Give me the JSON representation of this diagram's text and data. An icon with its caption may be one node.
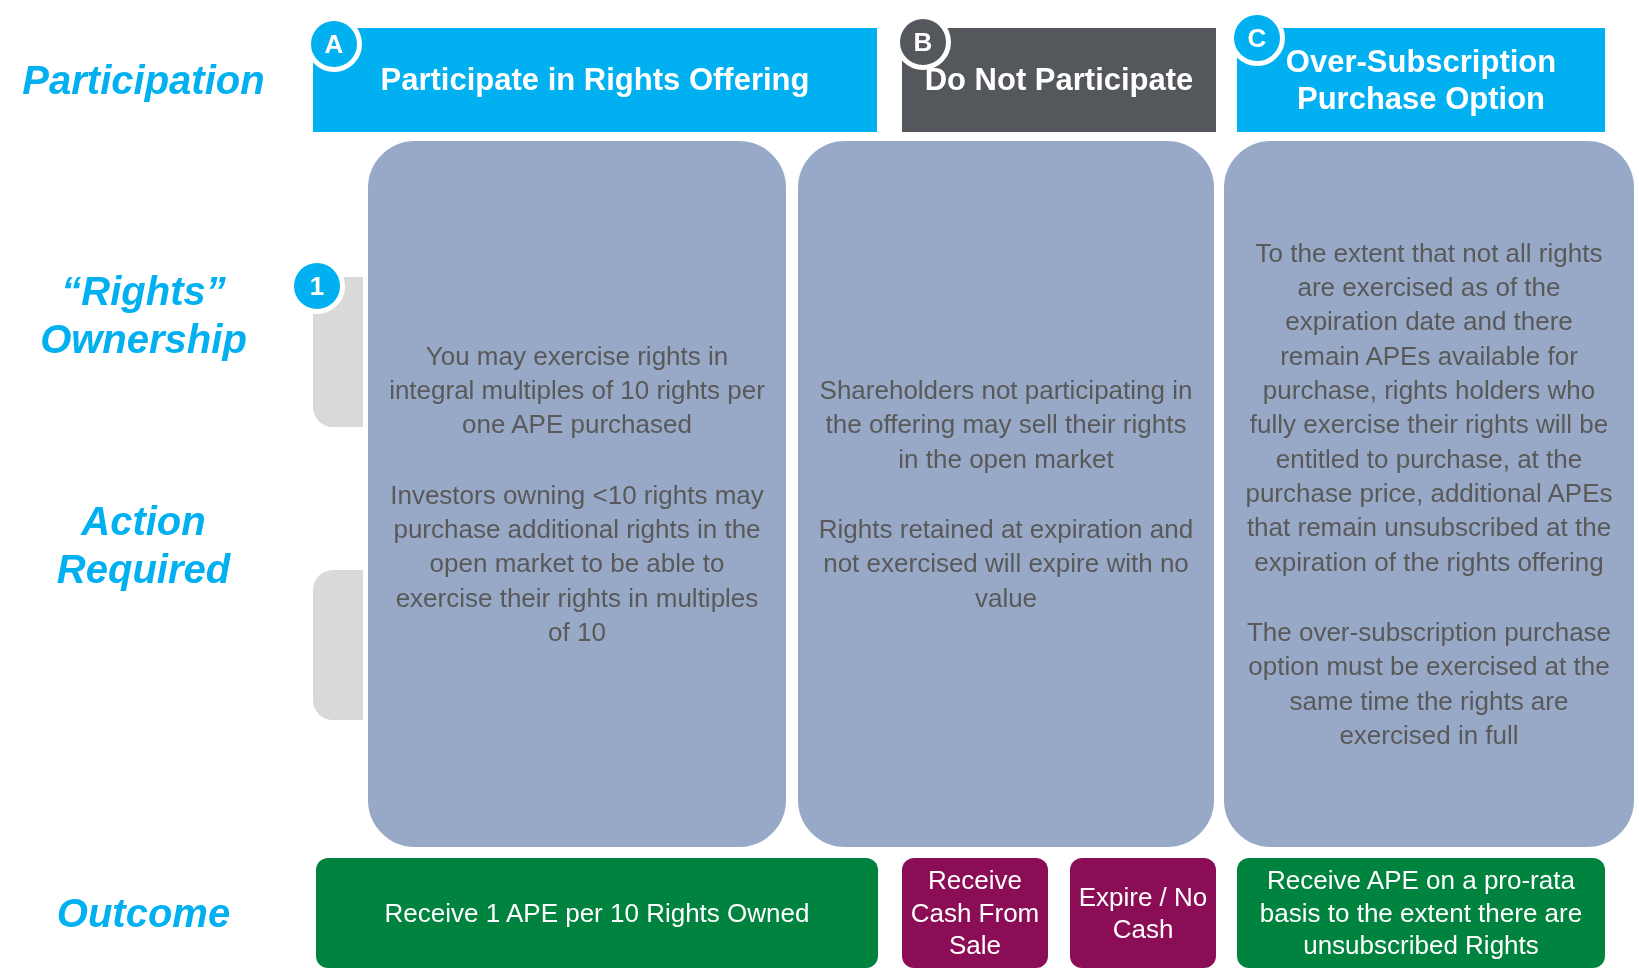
{
  "diagram": {
    "nodes": [
      {
        "text": [
          "Participate in Rights Offering"
        ]
      },
      {
        "text": [
          "A"
        ]
      },
      {
        "text": [
          "Do Not Participate"
        ]
      },
      {
        "text": [
          "B"
        ]
      },
      {
        "text": [
          "Over-Subscription Purchase Option"
        ]
      },
      {
        "text": [
          "C"
        ]
      },
      {
        "text": [
          "1"
        ]
      },
      {
        "text": [],
        "shape": "box"
      },
      {
        "text": [],
        "shape": "box"
      },
      {
        "text": [
          "You may exercise rights in integral multiples of 10 rights per one APE purchased",
          "Investors owning <10 rights may purchase additional rights in the open market to be able to exercise their rights in multiples of 10"
        ]
      },
      {
        "text": [
          "Shareholders not participating in the offering may sell their rights in the open market",
          "Rights retained at expiration and not exercised will expire with no value"
        ]
      },
      {
        "text": [
          "To the extent that not all rights are exercised as of the expiration date and there remain APEs available for purchase, rights holders who fully exercise their rights will be entitled to purchase, at the purchase price, additional APEs that remain unsubscribed at the expiration of the rights offering",
          "The over-subscription purchase option must be exercised at the same time the rights are exercised in full"
        ]
      },
      {
        "text": [
          "Receive 1 APE per 10 Rights Owned"
        ]
      },
      {
        "text": [
          "Receive Cash From Sale"
        ]
      },
      {
        "text": [
          "Expire / No Cash"
        ]
      },
      {
        "text": [
          "Receive APE on a pro-rata basis to the extent there are unsubscribed Rights"
        ]
      }
    ],
    "edges": [],
    "labels": [
      "Participation",
      "“Rights” Ownership",
      "Action Required",
      "Outcome"
    ]
  }
}
